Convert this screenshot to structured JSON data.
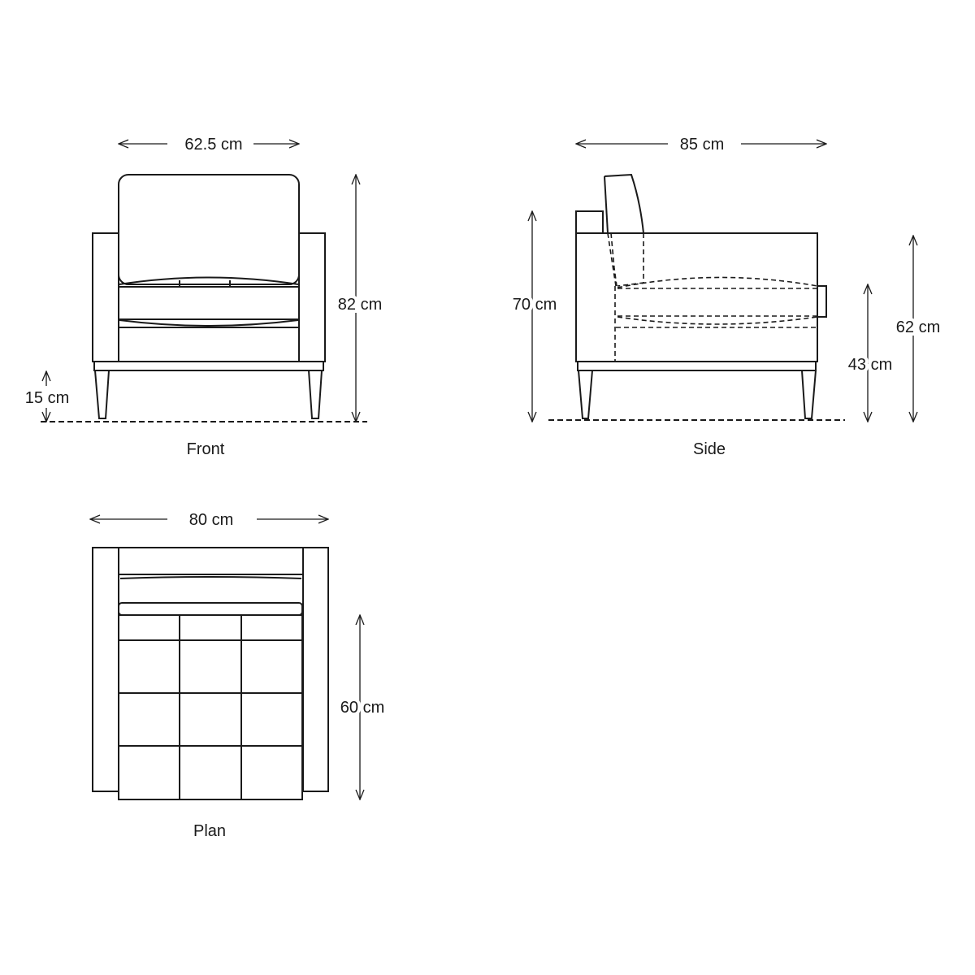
{
  "views": {
    "front": {
      "label": "Front",
      "dimensions": {
        "inner_width": "62.5 cm",
        "height": "82 cm",
        "leg_height": "15 cm"
      }
    },
    "side": {
      "label": "Side",
      "dimensions": {
        "depth": "85 cm",
        "arm_height": "70 cm",
        "seat_height": "43 cm",
        "back_height": "62 cm"
      }
    },
    "plan": {
      "label": "Plan",
      "dimensions": {
        "width": "80 cm",
        "seat_depth": "60 cm"
      }
    }
  },
  "colors": {
    "line": "#1a1a1a",
    "background": "#ffffff"
  }
}
